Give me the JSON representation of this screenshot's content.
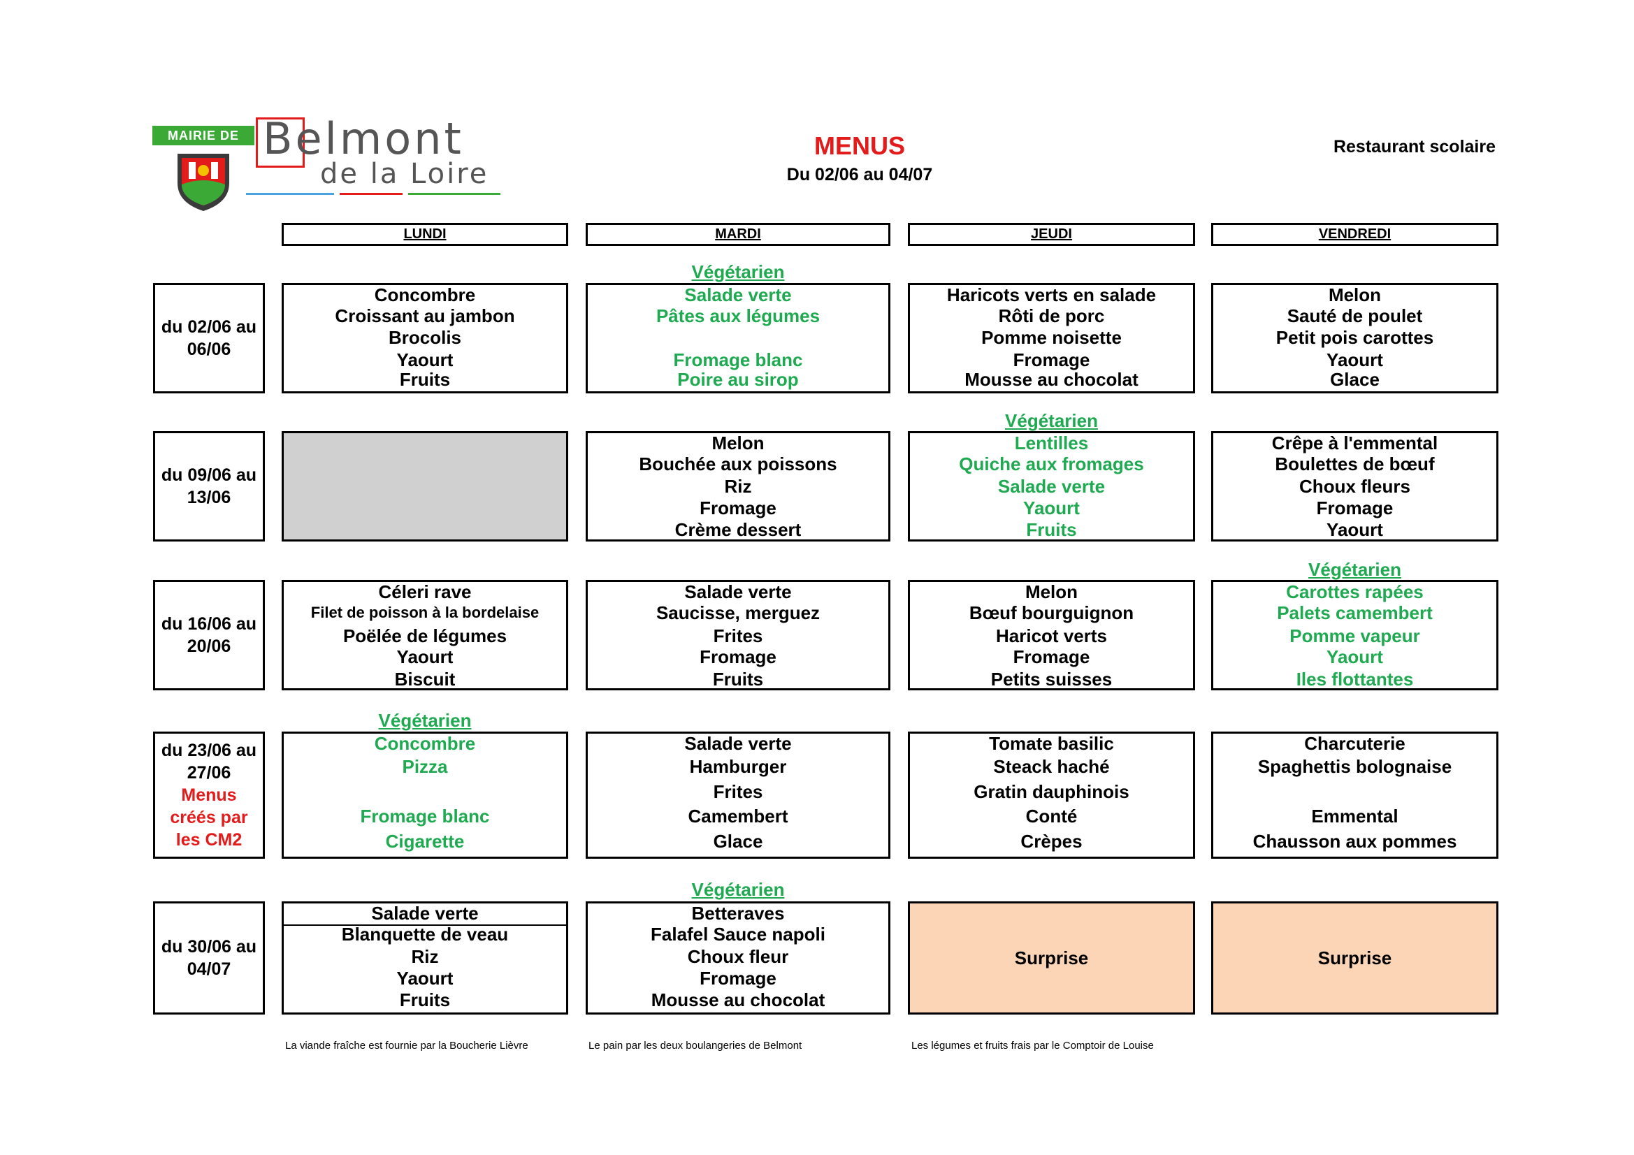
{
  "header": {
    "logo_tag": "MAIRIE DE",
    "logo_name_1": "Belmont",
    "logo_name_2": "de la Loire",
    "title": "MENUS",
    "subtitle": "Du 02/06 au 04/07",
    "right_title": "Restaurant scolaire"
  },
  "days": [
    "LUNDI",
    "MARDI",
    "JEUDI",
    "VENDREDI"
  ],
  "veg_label": "Végétarien",
  "weeks": [
    {
      "label": [
        "du 02/06 au",
        "06/06"
      ],
      "cells": [
        {
          "type": "menu",
          "color": "black",
          "items": [
            "Concombre",
            "Croissant au jambon",
            "Brocolis",
            "Yaourt",
            "Fruits"
          ]
        },
        {
          "type": "menu",
          "color": "green",
          "vegetarian": true,
          "items": [
            "Salade verte",
            "Pâtes aux légumes",
            "",
            "Fromage blanc",
            "Poire au sirop"
          ]
        },
        {
          "type": "menu",
          "color": "black",
          "items": [
            "Haricots verts en salade",
            "Rôti de porc",
            "Pomme noisette",
            "Fromage",
            "Mousse au chocolat"
          ]
        },
        {
          "type": "menu",
          "color": "black",
          "items": [
            "Melon",
            "Sauté de poulet",
            "Petit pois carottes",
            "Yaourt",
            "Glace"
          ]
        }
      ]
    },
    {
      "label": [
        "du 09/06 au",
        "13/06"
      ],
      "cells": [
        {
          "type": "empty"
        },
        {
          "type": "menu",
          "color": "black",
          "items": [
            "Melon",
            "Bouchée aux poissons",
            "Riz",
            "Fromage",
            "Crème dessert"
          ]
        },
        {
          "type": "menu",
          "color": "green",
          "vegetarian": true,
          "items": [
            "Lentilles",
            "Quiche aux fromages",
            "Salade verte",
            "Yaourt",
            "Fruits"
          ]
        },
        {
          "type": "menu",
          "color": "black",
          "items": [
            "Crêpe à l'emmental",
            "Boulettes de bœuf",
            "Choux fleurs",
            "Fromage",
            "Yaourt"
          ]
        }
      ]
    },
    {
      "label": [
        "du 16/06 au",
        "20/06"
      ],
      "cells": [
        {
          "type": "menu",
          "color": "black",
          "items": [
            "Céleri rave",
            "Filet de poisson à la bordelaise",
            "Poëlée de légumes",
            "Yaourt",
            "Biscuit"
          ]
        },
        {
          "type": "menu",
          "color": "black",
          "items": [
            "Salade verte",
            "Saucisse, merguez",
            "Frites",
            "Fromage",
            "Fruits"
          ]
        },
        {
          "type": "menu",
          "color": "black",
          "items": [
            "Melon",
            "Bœuf bourguignon",
            "Haricot verts",
            "Fromage",
            "Petits suisses"
          ]
        },
        {
          "type": "menu",
          "color": "green",
          "vegetarian": true,
          "items": [
            "Carottes rapées",
            "Palets camembert",
            "Pomme vapeur",
            "Yaourt",
            "Iles flottantes"
          ]
        }
      ]
    },
    {
      "label": [
        "du 23/06 au",
        "27/06"
      ],
      "label_note": [
        "Menus",
        "créés par",
        "les CM2"
      ],
      "cells": [
        {
          "type": "menu",
          "color": "green",
          "vegetarian": true,
          "items": [
            "Concombre",
            "Pizza",
            "",
            "Fromage blanc",
            "Cigarette"
          ]
        },
        {
          "type": "menu",
          "color": "black",
          "items": [
            "Salade verte",
            "Hamburger",
            "Frites",
            "Camembert",
            "Glace"
          ]
        },
        {
          "type": "menu",
          "color": "black",
          "items": [
            "Tomate basilic",
            "Steack haché",
            "Gratin dauphinois",
            "Conté",
            "Crèpes"
          ]
        },
        {
          "type": "menu",
          "color": "black",
          "items": [
            "Charcuterie",
            "Spaghettis bolognaise",
            "",
            "Emmental",
            "Chausson aux pommes"
          ]
        }
      ]
    },
    {
      "label": [
        "du 30/06 au",
        "04/07"
      ],
      "cells": [
        {
          "type": "menu",
          "color": "black",
          "items": [
            "Salade verte",
            "Blanquette de veau",
            "Riz",
            "Yaourt",
            "Fruits"
          ]
        },
        {
          "type": "menu",
          "color": "black",
          "vegetarian": true,
          "items": [
            "Betteraves",
            "Falafel Sauce napoli",
            "Choux fleur",
            "Fromage",
            "Mousse au chocolat"
          ]
        },
        {
          "type": "surprise",
          "text": "Surprise"
        },
        {
          "type": "surprise",
          "text": "Surprise"
        }
      ]
    }
  ],
  "footer": [
    "La viande fraîche est fournie par la Boucherie Lièvre",
    "Le pain par les deux boulangeries de Belmont",
    "Les légumes et fruits frais par le Comptoir de Louise"
  ],
  "colors": {
    "green": "#1faa52",
    "red": "#e31b1b",
    "surprise": "#fbd5b6",
    "empty": "#d0d0d0",
    "logo_green": "#3aa935"
  }
}
